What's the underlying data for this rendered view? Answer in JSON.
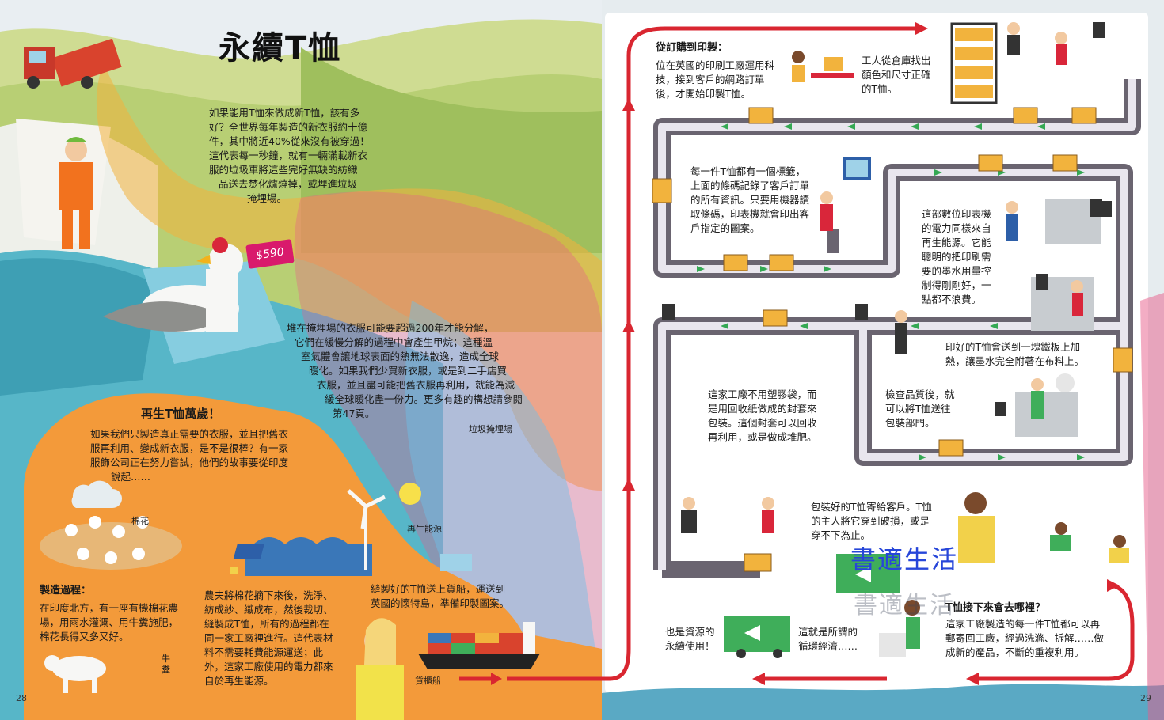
{
  "page": {
    "title": "永續T恤",
    "page_left": "28",
    "page_right": "29"
  },
  "landfill": {
    "intro": [
      "如果能用T恤來做成新T恤，該有多",
      "好？全世界每年製造的新衣服約十億",
      "件，其中將近40%從來沒有被穿過！",
      "這代表每一秒鐘，就有一輛滿載新衣",
      "服的垃圾車將這些完好無缺的紡織",
      "品送去焚化爐燒掉，或埋進垃圾",
      "掩埋場。"
    ],
    "price": "$590",
    "decompose": [
      "堆在掩埋場的衣服可能要超過200年才能分解，",
      "它們在緩慢分解的過程中會產生甲烷；這種溫",
      "室氣體會讓地球表面的熱無法散逸，造成全球",
      "暖化。如果我們少買新衣服，或是到二手店買",
      "衣服，並且盡可能把舊衣服再利用，就能為減",
      "緩全球暖化盡一份力。更多有趣的構想請參閱",
      "第47頁。"
    ],
    "label_landfill": "垃圾掩埋場"
  },
  "recycle": {
    "heading": "再生T恤萬歲！",
    "text": [
      "如果我們只製造真正需要的衣服，並且把舊衣",
      "服再利用、變成新衣服，是不是很棒？有一家",
      "服飾公司正在努力嘗試，他們的故事要從印度",
      "說起……"
    ],
    "label_cotton": "棉花",
    "label_renewable": "再生能源",
    "label_cow_dung": "牛糞",
    "label_ship": "貨櫃船"
  },
  "manufacturing": {
    "heading": "製造過程：",
    "text": [
      "在印度北方，有一座有機棉花農",
      "場，用雨水灌溉、用牛糞施肥，",
      "棉花長得又多又好。"
    ],
    "farmer": [
      "農夫將棉花摘下來後，洗淨、",
      "紡成紗、織成布，然後裁切、",
      "縫製成T恤，所有的過程都在",
      "同一家工廠裡進行。這代表材",
      "料不需要耗費能源運送；此",
      "外，這家工廠使用的電力都來",
      "自於再生能源。"
    ],
    "shipping": [
      "縫製好的T恤送上貨船，運送到",
      "英國的懷特島，準備印製圖案。"
    ]
  },
  "ordering": {
    "heading": "從訂購到印製：",
    "text": [
      "位在英國的印刷工廠運用科",
      "技，接到客戶的網路訂單",
      "後，才開始印製T恤。"
    ],
    "warehouse": [
      "工人從倉庫找出",
      "顏色和尺寸正確",
      "的T恤。"
    ],
    "label": [
      "每一件T恤都有一個標籤，",
      "上面的條碼記錄了客戶訂單",
      "的所有資訊。只要用機器讀",
      "取條碼，印表機就會印出客",
      "戶指定的圖案。"
    ],
    "printer": [
      "這部數位印表機",
      "的電力同樣來自",
      "再生能源。它能",
      "聰明的把印刷需",
      "要的墨水用量控",
      "制得剛剛好，一",
      "點都不浪費。"
    ],
    "heat": [
      "印好的T恤會送到一塊鐵板上加",
      "熱，讓墨水完全附著在布料上。"
    ],
    "packaging": [
      "這家工廠不用塑膠袋，而",
      "是用回收紙做成的封套來",
      "包裝。這個封套可以回收",
      "再利用，或是做成堆肥。"
    ],
    "quality": [
      "檢查品質後，就",
      "可以將T恤送往",
      "包裝部門。"
    ],
    "delivery": [
      "包裝好的T恤寄給客戶。T恤",
      "的主人將它穿到破損，或是",
      "穿不下為止。"
    ]
  },
  "next": {
    "heading": "T恤接下來會去哪裡？",
    "text": [
      "這家工廠製造的每一件T恤都可以再",
      "郵寄回工廠，經過洗滌、拆解……做",
      "成新的產品，不斷的重複利用。"
    ],
    "circular": [
      "這就是所謂的",
      "循環經濟……"
    ],
    "forever": [
      "也是資源的",
      "永續使用！"
    ]
  },
  "watermark": {
    "text": "書適生活"
  },
  "colors": {
    "orange_panel": "#f39a3a",
    "belt": "#6a6470",
    "belt_arrow": "#34a853",
    "red_arrow": "#d92630",
    "sky": "#dfe8ef",
    "hill": "#c9d98a",
    "sea": "#4fb3c7"
  }
}
